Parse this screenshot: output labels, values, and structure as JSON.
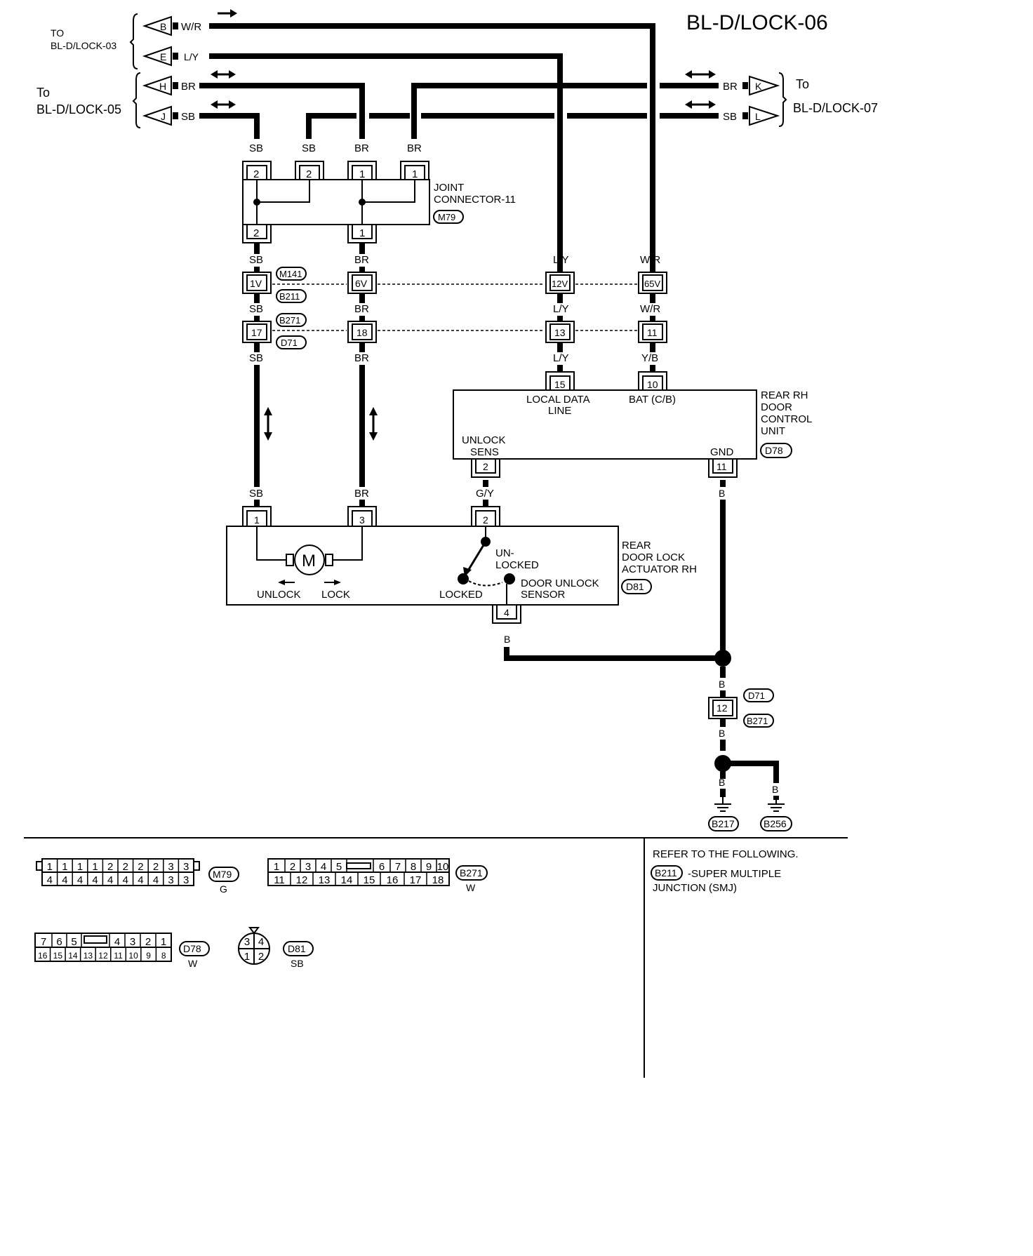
{
  "title": "BL-D/LOCK-06",
  "offpage": {
    "to_03_a": "TO",
    "to_03_b": "BL-D/LOCK-03",
    "to_05_a": "To",
    "to_05_b": "BL-D/LOCK-05",
    "to_07_a": "To",
    "to_07_b": "BL-D/LOCK-07",
    "B": "B",
    "E": "E",
    "H": "H",
    "J": "J",
    "K": "K",
    "L": "L"
  },
  "wires": {
    "wr": "W/R",
    "ly": "L/Y",
    "br": "BR",
    "sb": "SB",
    "yb": "Y/B",
    "gy": "G/Y",
    "b": "B"
  },
  "pins": {
    "p1": "1",
    "p2": "2",
    "p3": "3",
    "p4": "4",
    "p10": "10",
    "p11": "11",
    "p12": "12",
    "p13": "13",
    "p15": "15",
    "p17": "17",
    "p18": "18",
    "p1v": "1V",
    "p6v": "6V",
    "p12v": "12V",
    "p65v": "65V"
  },
  "connectors": {
    "m79": "M79",
    "m141": "M141",
    "b211": "B211",
    "b271": "B271",
    "d71": "D71",
    "d78": "D78",
    "d81": "D81",
    "b217": "B217",
    "b256": "B256"
  },
  "joint": {
    "line1": "JOINT",
    "line2": "CONNECTOR-11"
  },
  "control_unit": {
    "line1": "REAR RH",
    "line2": "DOOR",
    "line3": "CONTROL",
    "line4": "UNIT",
    "local1": "LOCAL DATA",
    "local2": "LINE",
    "bat": "BAT (C/B)",
    "unlock1": "UNLOCK",
    "unlock2": "SENS",
    "gnd": "GND"
  },
  "actuator": {
    "line1": "REAR",
    "line2": "DOOR LOCK",
    "line3": "ACTUATOR RH",
    "motor": "M",
    "unlock": "UNLOCK",
    "lock": "LOCK",
    "unlocked1": "UN-",
    "unlocked2": "LOCKED",
    "locked": "LOCKED",
    "sensor1": "DOOR UNLOCK",
    "sensor2": "SENSOR"
  },
  "legend": {
    "m79_top": [
      "1",
      "1",
      "1",
      "1",
      "2",
      "2",
      "2",
      "2",
      "3",
      "3"
    ],
    "m79_bottom": [
      "4",
      "4",
      "4",
      "4",
      "4",
      "4",
      "4",
      "4",
      "3",
      "3"
    ],
    "m79_color": "G",
    "b271_top": [
      "1",
      "2",
      "3",
      "4",
      "5",
      "6",
      "7",
      "8",
      "9",
      "10"
    ],
    "b271_bottom": [
      "11",
      "12",
      "13",
      "14",
      "15",
      "16",
      "17",
      "18"
    ],
    "b271_color": "W",
    "d78_top": [
      "7",
      "6",
      "5",
      "4",
      "3",
      "2",
      "1"
    ],
    "d78_bottom": [
      "16",
      "15",
      "14",
      "13",
      "12",
      "11",
      "10",
      "9",
      "8"
    ],
    "d78_color": "W",
    "d81_top": [
      "3",
      "4"
    ],
    "d81_bottom": [
      "1",
      "2"
    ],
    "d81_color": "SB"
  },
  "refer": {
    "line1": "REFER TO THE FOLLOWING.",
    "line2": "-SUPER MULTIPLE",
    "line3": "JUNCTION (SMJ)"
  }
}
